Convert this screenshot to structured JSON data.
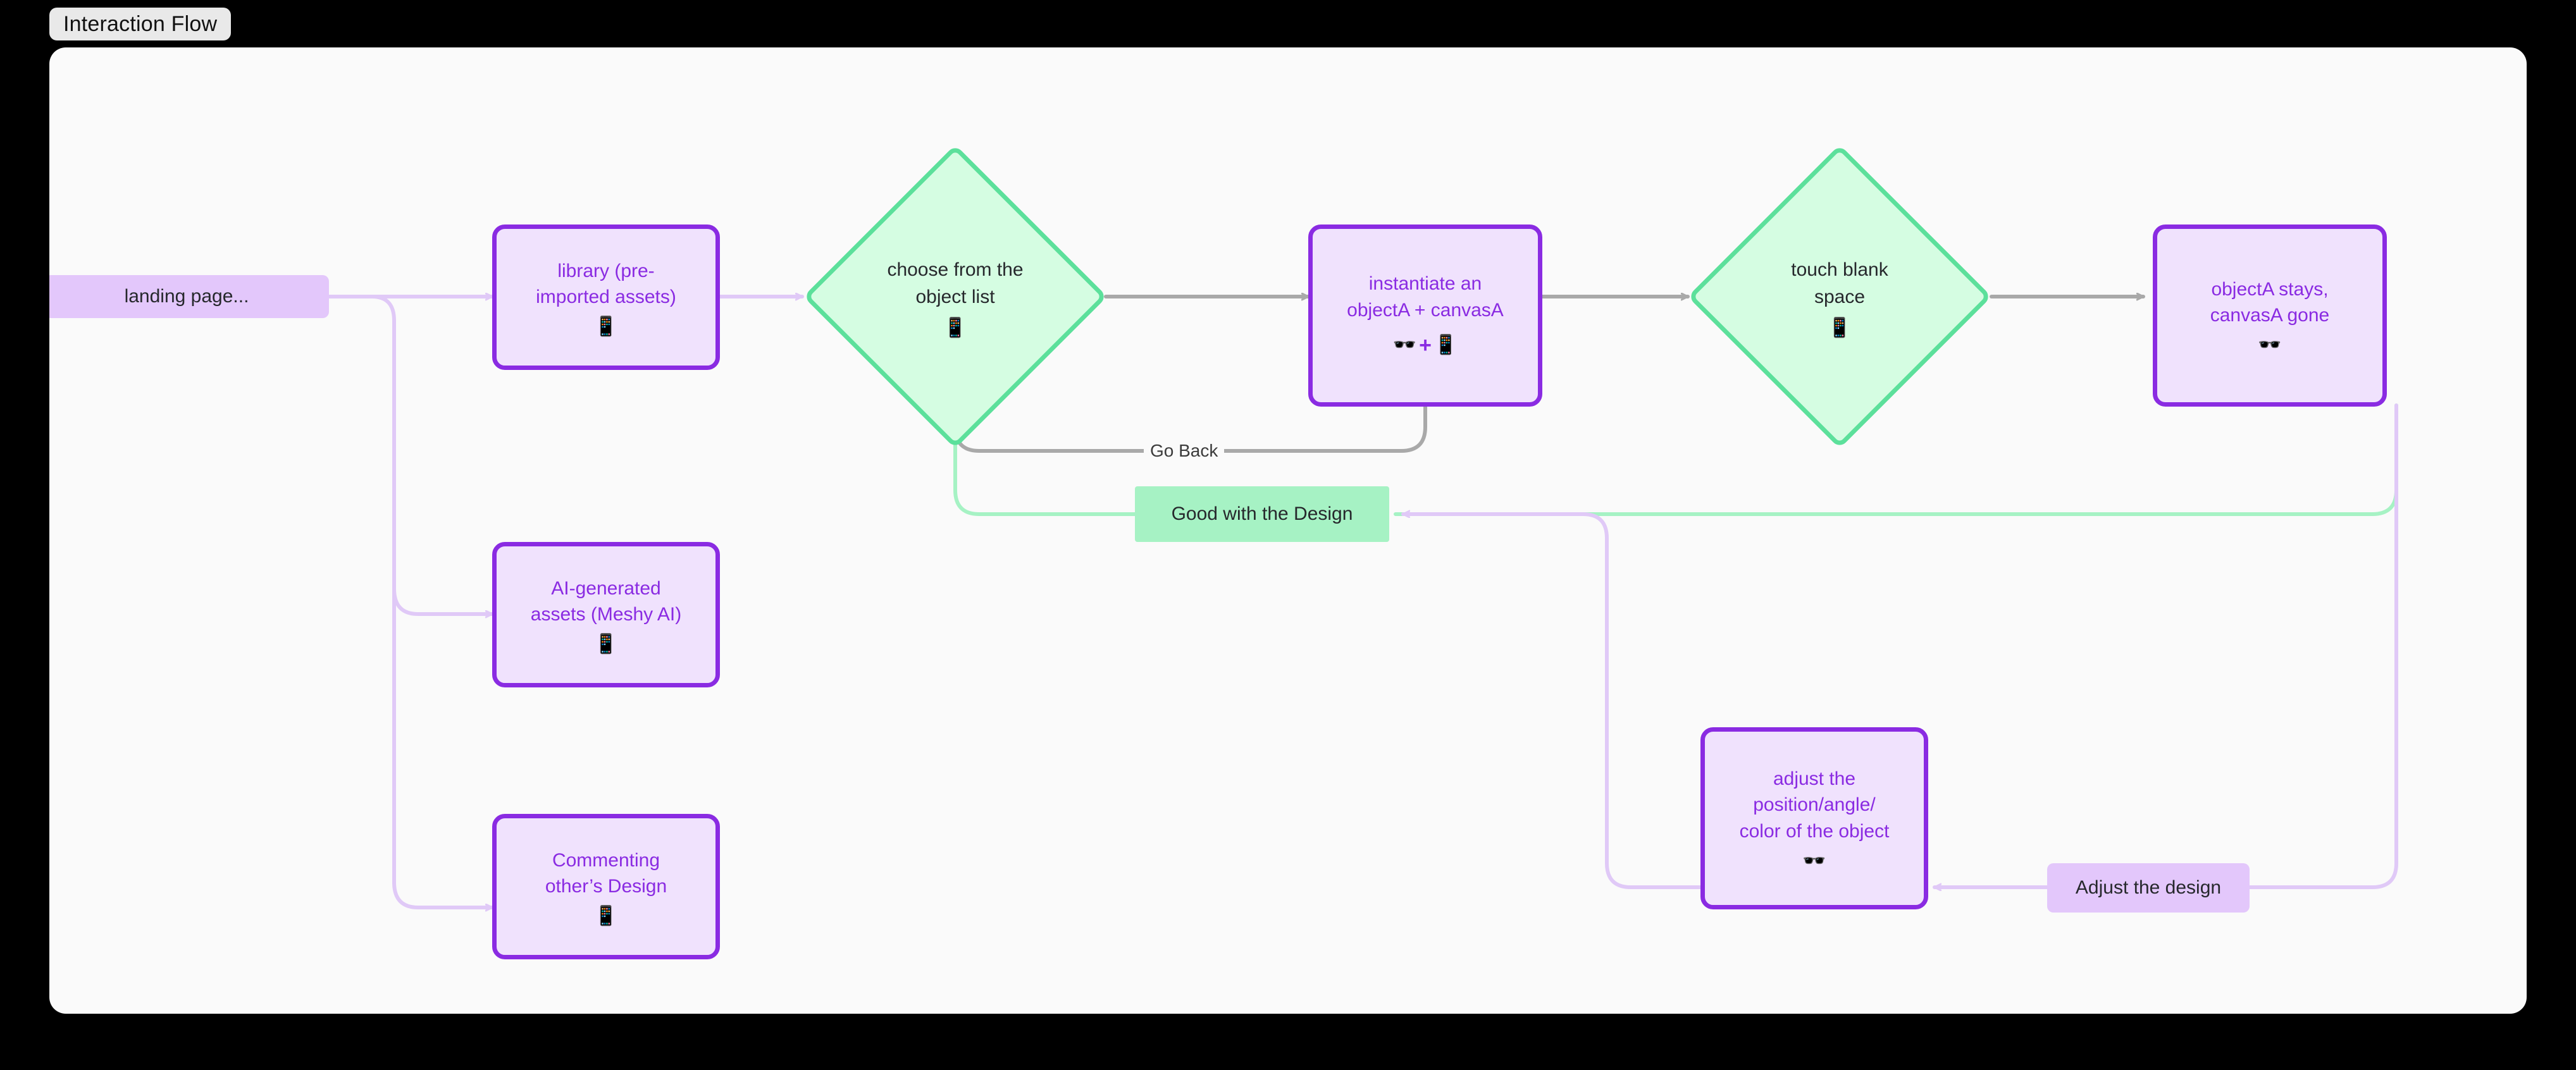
{
  "window": {
    "tab_title": "Interaction Flow"
  },
  "colors": {
    "canvas_bg": "#fafafa",
    "frame_bg": "#000000",
    "tab_bg": "#e9e9e9",
    "process_fill": "#f0e2fd",
    "process_stroke": "#8a2be2",
    "process_text": "#8a2be2",
    "decision_fill": "#d5fde2",
    "decision_stroke": "#5ce09b",
    "decision_text": "#26282c",
    "chip_purple_fill": "#e3c7fb",
    "chip_green_fill": "#a6f2c4",
    "edge_purple": "#e0c9f7",
    "edge_green": "#a6f2c4",
    "edge_gray": "#a9a9a9"
  },
  "nodes": {
    "landing_page": {
      "label": "landing page...",
      "shape": "chip-purple"
    },
    "library": {
      "line1": "library (pre-",
      "line2": "imported assets)",
      "icon": "mobile-phone-icon",
      "emoji": "📱",
      "shape": "process"
    },
    "ai_assets": {
      "line1": "AI-generated",
      "line2": "assets (Meshy AI)",
      "icon": "mobile-phone-icon",
      "emoji": "📱",
      "shape": "process"
    },
    "commenting": {
      "line1": "Commenting",
      "line2": "other’s Design",
      "icon": "mobile-phone-icon",
      "emoji": "📱",
      "shape": "process"
    },
    "choose_object": {
      "line1": "choose from the",
      "line2": "object list",
      "icon": "mobile-phone-icon",
      "emoji": "📱",
      "shape": "decision"
    },
    "instantiate": {
      "line1": "instantiate an",
      "line2": "objectA + canvasA",
      "icon_left": "sunglasses-icon",
      "emoji_left": "🕶️",
      "plus": "+",
      "icon_right": "mobile-phone-icon",
      "emoji_right": "📱",
      "shape": "process"
    },
    "touch_blank": {
      "line1": "touch blank",
      "line2": "space",
      "icon": "mobile-phone-icon",
      "emoji": "📱",
      "shape": "decision"
    },
    "object_stays": {
      "line1": "objectA stays,",
      "line2": "canvasA gone",
      "icon": "sunglasses-icon",
      "emoji": "🕶️",
      "shape": "process"
    },
    "adjust_object": {
      "line1": "adjust the",
      "line2": "position/angle/",
      "line3": "color of the object",
      "icon": "sunglasses-icon",
      "emoji": "🕶️",
      "shape": "process"
    },
    "adjust_design": {
      "label": "Adjust the design",
      "shape": "chip-purple"
    },
    "good_design": {
      "label": "Good with the Design",
      "shape": "chip-green"
    }
  },
  "edge_labels": {
    "go_back": "Go Back"
  },
  "chart_data": {
    "type": "diagram",
    "title": "Interaction Flow",
    "node_ids": [
      "landing_page",
      "library",
      "ai_assets",
      "commenting",
      "choose_object",
      "instantiate",
      "touch_blank",
      "object_stays",
      "adjust_object",
      "adjust_design",
      "good_design"
    ],
    "edges": [
      {
        "from": "landing_page",
        "to": "library",
        "color": "purple",
        "label": ""
      },
      {
        "from": "landing_page",
        "to": "ai_assets",
        "color": "purple",
        "label": ""
      },
      {
        "from": "landing_page",
        "to": "commenting",
        "color": "purple",
        "label": ""
      },
      {
        "from": "library",
        "to": "choose_object",
        "color": "purple",
        "label": ""
      },
      {
        "from": "choose_object",
        "to": "instantiate",
        "color": "gray",
        "label": ""
      },
      {
        "from": "instantiate",
        "to": "touch_blank",
        "color": "gray",
        "label": ""
      },
      {
        "from": "instantiate",
        "to": "choose_object",
        "color": "gray",
        "label": "Go Back"
      },
      {
        "from": "touch_blank",
        "to": "object_stays",
        "color": "gray",
        "label": ""
      },
      {
        "from": "object_stays",
        "to": "good_design",
        "color": "green",
        "label": "Good with the Design"
      },
      {
        "from": "good_design",
        "to": "choose_object",
        "color": "green",
        "label": ""
      },
      {
        "from": "object_stays",
        "to": "adjust_design",
        "color": "purple",
        "label": "Adjust the design"
      },
      {
        "from": "adjust_design",
        "to": "adjust_object",
        "color": "purple",
        "label": ""
      },
      {
        "from": "adjust_object",
        "to": "good_design",
        "color": "purple",
        "label": ""
      }
    ]
  }
}
